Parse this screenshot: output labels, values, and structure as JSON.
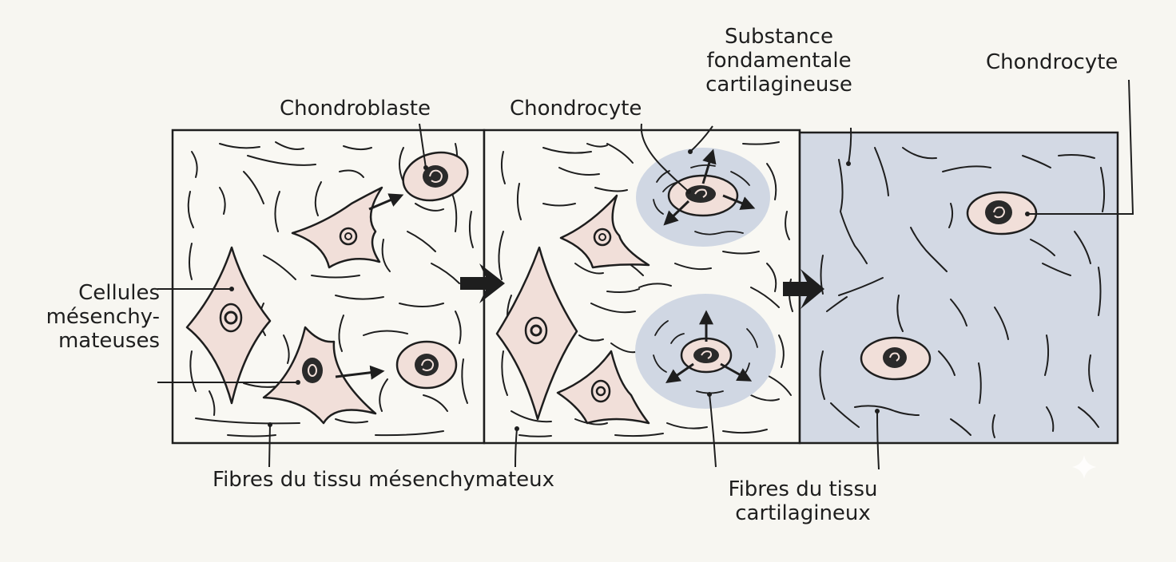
{
  "colors": {
    "background": "#f7f6f1",
    "ink": "#1e1e1e",
    "cell_fill": "#f1dfd9",
    "cartilage_fill": "#d3d9e4",
    "halo_fill": "#d0d7e3"
  },
  "labels": {
    "chondroblaste": "Chondroblaste",
    "chondrocyte_mid": "Chondrocyte",
    "substance": [
      "Substance",
      "fondamentale",
      "cartilagineuse"
    ],
    "chondrocyte_right": "Chondrocyte",
    "cellules": [
      "Cellules",
      "mésenchy-",
      "mateuses"
    ],
    "fibres_mesenchymateux": "Fibres du tissu mésenchymateux",
    "fibres_cartilagineux": [
      "Fibres du tissu",
      "cartilagineux"
    ]
  },
  "stages": [
    "mesenchymal-tissue",
    "chondroblast-differentiation",
    "cartilage-tissue"
  ],
  "icons": {
    "stage_arrow": "bold-right-arrow",
    "division_arrows": "radial-arrows",
    "differentiation_arrow": "small-right-arrow"
  }
}
